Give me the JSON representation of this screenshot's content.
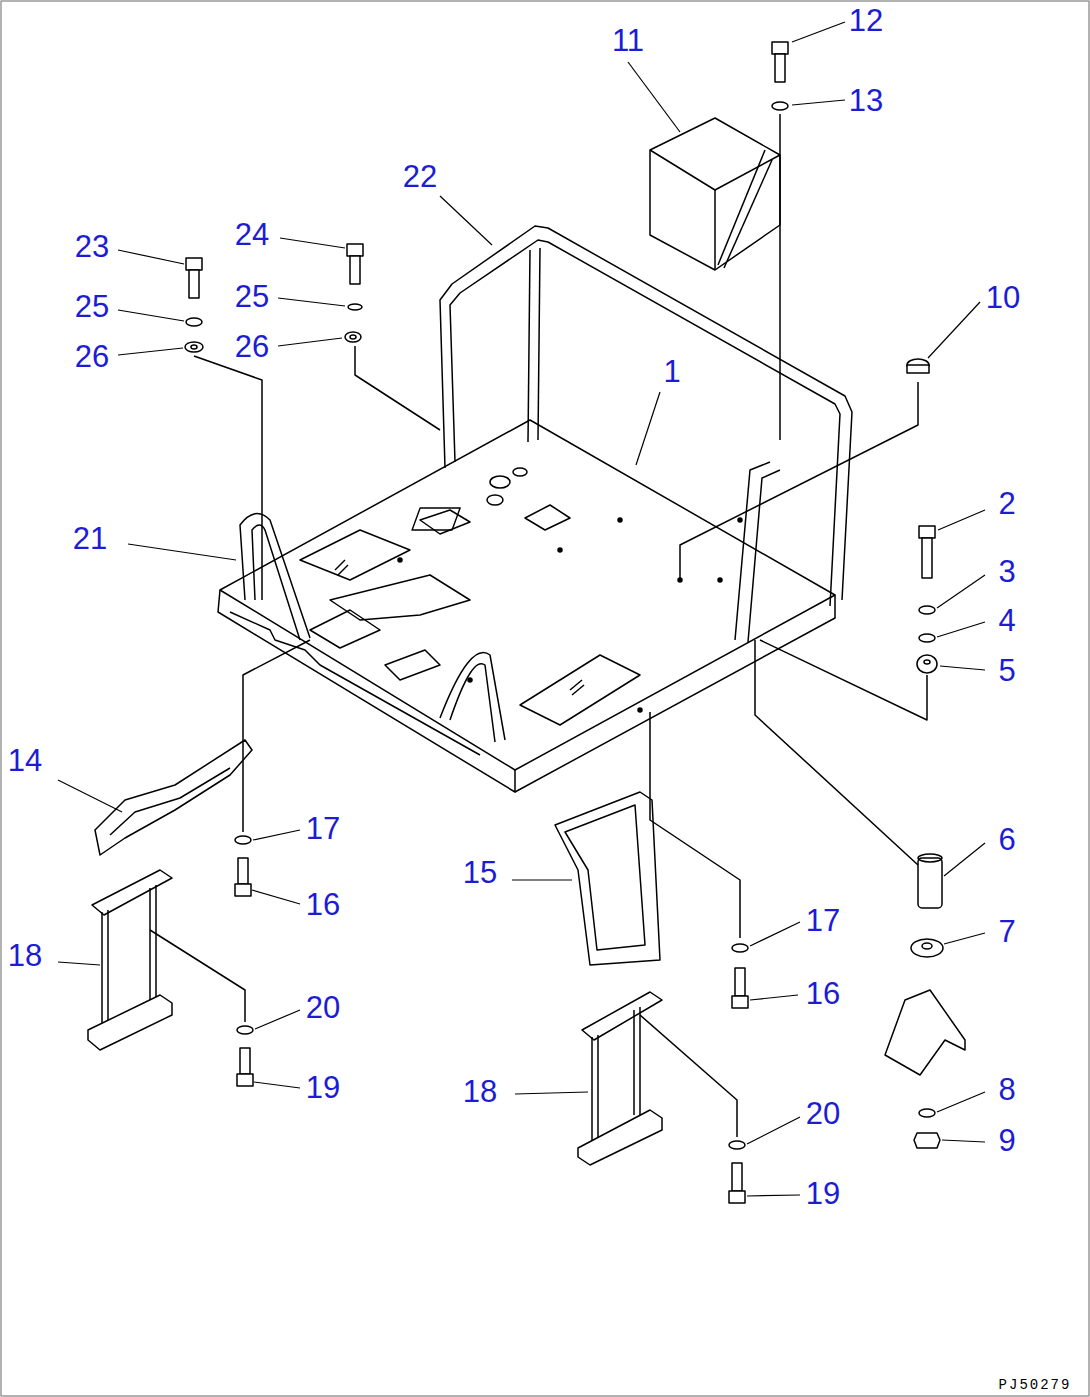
{
  "diagram": {
    "labels": [
      "12",
      "11",
      "13",
      "22",
      "24",
      "23",
      "25",
      "10",
      "25",
      "26",
      "26",
      "1",
      "2",
      "21",
      "3",
      "4",
      "5",
      "14",
      "17",
      "6",
      "15",
      "16",
      "17",
      "7",
      "18",
      "16",
      "20",
      "19",
      "8",
      "18",
      "20",
      "9",
      "19",
      "PJ50279"
    ]
  }
}
